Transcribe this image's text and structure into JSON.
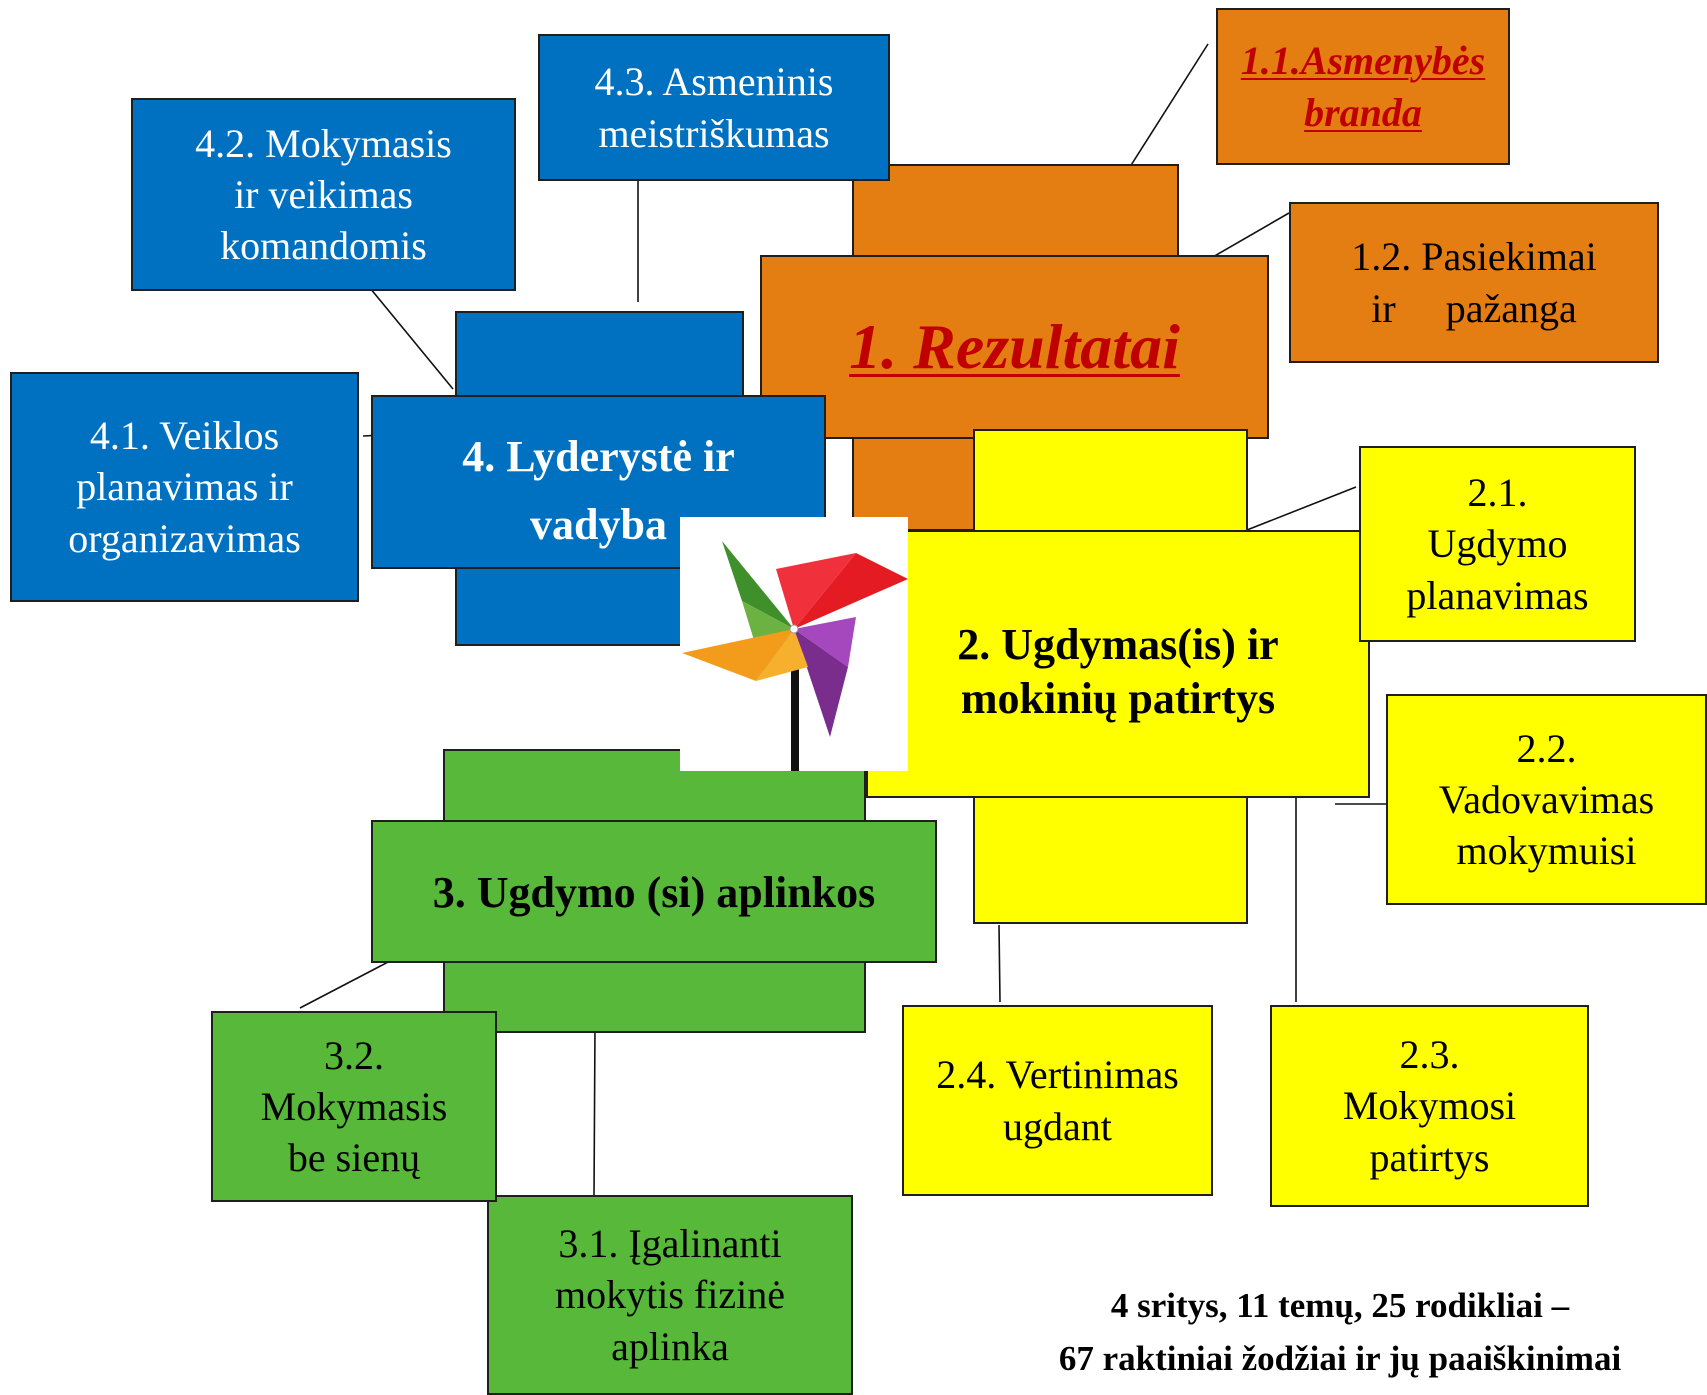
{
  "colors": {
    "area1": "#e57e12",
    "area2": "#ffff00",
    "area3": "#57b83a",
    "area4": "#0070c0",
    "highlight_text": "#c00000"
  },
  "areas": [
    {
      "id": "1",
      "title": "1. Rezultatai",
      "color": "orange",
      "themes": [
        {
          "id": "1.1",
          "lines": [
            "1.1.Asmenybės",
            "branda"
          ]
        },
        {
          "id": "1.2",
          "lines": [
            "1.2. Pasiekimai",
            "ir     pažanga"
          ]
        }
      ]
    },
    {
      "id": "2",
      "title_lines": [
        "2. Ugdymas(is) ir",
        "mokinių patirtys"
      ],
      "color": "yellow",
      "themes": [
        {
          "id": "2.1",
          "lines": [
            "2.1.",
            "Ugdymo",
            "planavimas"
          ]
        },
        {
          "id": "2.2",
          "lines": [
            "2.2.",
            "Vadovavimas",
            "mokymuisi"
          ]
        },
        {
          "id": "2.3",
          "lines": [
            "2.3.",
            "Mokymosi",
            "patirtys"
          ]
        },
        {
          "id": "2.4",
          "lines": [
            "2.4. Vertinimas",
            "ugdant"
          ]
        }
      ]
    },
    {
      "id": "3",
      "title": "3. Ugdymo (si) aplinkos",
      "color": "green",
      "themes": [
        {
          "id": "3.1",
          "lines": [
            "3.1. Įgalinanti",
            "mokytis fizinė",
            "aplinka"
          ]
        },
        {
          "id": "3.2",
          "lines": [
            "3.2.",
            "Mokymasis",
            "be sienų"
          ]
        }
      ]
    },
    {
      "id": "4",
      "title_lines": [
        "4.  Lyderystė ir",
        "vadyba"
      ],
      "color": "blue",
      "themes": [
        {
          "id": "4.1",
          "lines": [
            "4.1. Veiklos",
            "planavimas ir",
            "organizavimas"
          ]
        },
        {
          "id": "4.2",
          "lines": [
            "4.2. Mokymasis",
            "ir veikimas",
            "komandomis"
          ]
        },
        {
          "id": "4.3",
          "lines": [
            "4.3. Asmeninis",
            "meistriškumas"
          ]
        }
      ]
    }
  ],
  "logo": {
    "icon": "pinwheel-icon"
  },
  "summary": {
    "line1": "4 sritys, 11 temų, 25 rodikliai –",
    "line2": "67 raktiniai žodžiai ir jų paaiškinimai"
  }
}
